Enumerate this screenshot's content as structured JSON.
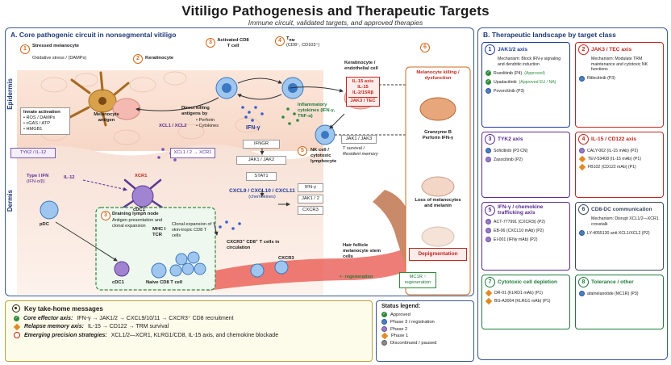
{
  "header": {
    "title": "Vitiligo Pathogenesis and Therapeutic Targets",
    "subtitle": "Immune circuit, validated targets, and approved therapies"
  },
  "panelA": {
    "heading": "A.  Core pathogenic circuit in nonsegmental vitiligo",
    "layers": {
      "epidermis": "Epidermis",
      "dermis": "Dermis"
    },
    "step1": {
      "num": "1",
      "title": "Stressed melanocyte",
      "sub": "Oxidative stress / (DAMPs)"
    },
    "melanocyte_label": "Melanocyte antigen",
    "step2": {
      "num": "2",
      "label": "Keratinocyte"
    },
    "innate": {
      "title": "Innate activation",
      "items": [
        "• ROS / DAMPs",
        "• cGAS / ATP",
        "• HMGB1"
      ]
    },
    "xcl": "XCL1 / XCL2",
    "xcl_box": "XCL1 / 2 → XCR1",
    "tyk_box": "TYK2 / IL-12",
    "type1_ifn": "Type I IFN",
    "type1_ifn_sub": "(IFN-α/β)",
    "il12": "IL-12",
    "pdc": "pDC",
    "xcr1": "XCR1",
    "cdc1": "cDC1",
    "mhc_tcr": "MHC I\nTCR",
    "step3a": {
      "num": "3",
      "title": "Activated CD8 T cell"
    },
    "direct_kill": "Direct killing antigens by",
    "perforin": "Perforin",
    "cytokines": "Cytokines",
    "ifng": "IFN-γ",
    "step4": {
      "num": "4",
      "title": "T",
      "sub_rm": "RM",
      "tail": "(CD8⁺, CD103⁺)"
    },
    "infl_cytokines": "Inflammatory cytokines (IFN-γ, TNF-α)",
    "keratinocyte_endo": "Keratinocyte / endothelial cell",
    "il15_box": {
      "l1": "IL-15 axis",
      "l2": "IL-15",
      "l3": "IL-2/15Rβ",
      "l4": "JAK3 / TEC"
    },
    "jak13": "JAK1 / JAK3",
    "trm_survival": "T survival /",
    "resident_memory": "Resident memory",
    "step5": {
      "num": "5",
      "title": "NK cell / cytotoxic lymphocyte"
    },
    "ifngr": "IFNGR",
    "jak12": "JAK1 / JAK2",
    "stat1": "STAT1",
    "chemokines": "CXCL9 / CXCL10 / CXCL11",
    "chemokines_sub": "(chemokines)",
    "genes": [
      "IFN-γ",
      "JAK1 / 2",
      "CXCR3"
    ],
    "step3b": {
      "num": "3",
      "title": "Draining lymph node",
      "sub": "Antigen presentation and clonal expansion"
    },
    "clonal": "Clonal expansion of skin-tropic CD8 T cells",
    "naive": "Naive CD8 T cell",
    "cdc1b": "cDC1",
    "circ": "CXCR3⁺ CD8⁺ T cells in circulation",
    "cxcr3": "CXCR3",
    "hair_follicle": "Hair follicle melanocyte stem cells",
    "regeneration": "⇠ regeneration",
    "mc1r": "MC1R ↑ regeneration",
    "step6": {
      "num": "6",
      "title": "Melanocyte killing / dysfunction"
    },
    "granzyme": "Granzyme B Perforin IFN-γ",
    "loss": "Loss of melanocytes and melanin",
    "depig": "Depigmentation"
  },
  "panelB": {
    "heading": "B.  Therapeutic landscape by target class",
    "cards": [
      {
        "num": "1",
        "title": "JAK1/2 axis",
        "color": "#1e3a9c",
        "desc": "Mechanism:  Block IFN-γ signaling and dendritic induction",
        "drugs": [
          {
            "icon": "check",
            "name": "Ruxolitinib (P4)",
            "ann": " (Approved)"
          },
          {
            "icon": "check",
            "name": "Upadacitinib",
            "ann": " (Approved EU / NA)"
          },
          {
            "icon": "phase3",
            "name": "Povorcitinib (P3)",
            "ann": ""
          }
        ]
      },
      {
        "num": "2",
        "title": "JAK3 / TEC axis",
        "color": "#c0261d",
        "desc": "Mechanism:  Modulate TRM maintenance and cytotoxic NK functions",
        "drugs": [
          {
            "icon": "phase3",
            "name": "Ritlecitinib (P3)",
            "ann": ""
          }
        ]
      },
      {
        "num": "3",
        "title": "TYK2 axis",
        "color": "#5a2a94",
        "desc": "",
        "drugs": [
          {
            "icon": "phase3",
            "name": "Soficitinib (P3 CN)",
            "ann": ""
          },
          {
            "icon": "phase2",
            "name": "Zasocitinib (P2)",
            "ann": ""
          }
        ]
      },
      {
        "num": "4",
        "title": "IL-15 / CD122 axis",
        "color": "#c0261d",
        "desc": "",
        "drugs": [
          {
            "icon": "phase2",
            "name": "CALY-002 (IL-15 mAb) (P2)",
            "ann": ""
          },
          {
            "icon": "phase1",
            "name": "TEV-53408 (IL-15 mAb) (P1)",
            "ann": ""
          },
          {
            "icon": "phase1",
            "name": "FB102 (CD122 mAb) (P1)",
            "ann": ""
          }
        ]
      },
      {
        "num": "5",
        "title": "IFN-γ / chemokine trafficking axis",
        "color": "#5a2a94",
        "desc": "",
        "drugs": [
          {
            "icon": "phase2",
            "name": "ACT-777991 (CXCR3i) (P2)",
            "ann": ""
          },
          {
            "icon": "phase2",
            "name": "EB-06 (CXCL10 mAb) (P2)",
            "ann": ""
          },
          {
            "icon": "phase2",
            "name": "EI-001 (IFNγ mAb) (P2)",
            "ann": ""
          }
        ]
      },
      {
        "num": "6",
        "title": "CD8-DC communication",
        "color": "#3a4a5c",
        "desc": "Mechanism:  Disrupt XCL1/2—XCR1 crosstalk",
        "drugs": [
          {
            "icon": "phase3",
            "name": "LY-4055130 anti-XCL1/XCL2 (P2)",
            "ann": ""
          }
        ]
      },
      {
        "num": "7",
        "title": "Cytotoxic cell depletion",
        "color": "#1f7a3a",
        "desc": "",
        "drugs": [
          {
            "icon": "phase1",
            "name": "DR-01 (KLRD1 mAb) (P1)",
            "ann": ""
          },
          {
            "icon": "phase1",
            "name": "BG-A3004 (KLRG1 mAb) (P1)",
            "ann": ""
          }
        ]
      },
      {
        "num": "8",
        "title": "Tolerance / other",
        "color": "#1f7a3a",
        "desc": "",
        "drugs": [
          {
            "icon": "phase3",
            "name": "afamelanotide (MC1R) (P3)",
            "ann": ""
          }
        ]
      }
    ]
  },
  "takehome": {
    "title": "Key take-home messages",
    "rows": [
      {
        "icon": "check",
        "label": "Core effector axis:",
        "text": "IFN-γ  →  JAK1/2  →  CXCL9/10/11  →  CXCR3⁺ CD8 recruitment"
      },
      {
        "icon": "diamond",
        "label": "Relapse memory axis:",
        "text": "IL-15  →  CD122  →  TRM survival"
      },
      {
        "icon": "target",
        "label": "Emerging precision strategies:",
        "text": "XCL1/2—XCR1, KLRG1/CD8, IL-15 axis, and chemokine blockade"
      }
    ]
  },
  "legend": {
    "title": "Status legend:",
    "items": [
      {
        "icon": "check",
        "label": "Approved",
        "color": "#2e8b3a"
      },
      {
        "icon": "dot",
        "label": "Phase 3 / registration",
        "color": "#4a7fc8"
      },
      {
        "icon": "dot",
        "label": "Phase 2",
        "color": "#9a7ad0"
      },
      {
        "icon": "diamond",
        "label": "Phase 1",
        "color": "#e28a22"
      },
      {
        "icon": "dot",
        "label": "Discontinued / paused",
        "color": "#8a8a8a"
      }
    ]
  },
  "colors": {
    "panel_border": "#3a5a8c",
    "phase3": "#4a7fc8",
    "phase2": "#9a7ad0",
    "phase1": "#e28a22",
    "approved": "#2e8b3a",
    "discontinued": "#8a8a8a"
  }
}
